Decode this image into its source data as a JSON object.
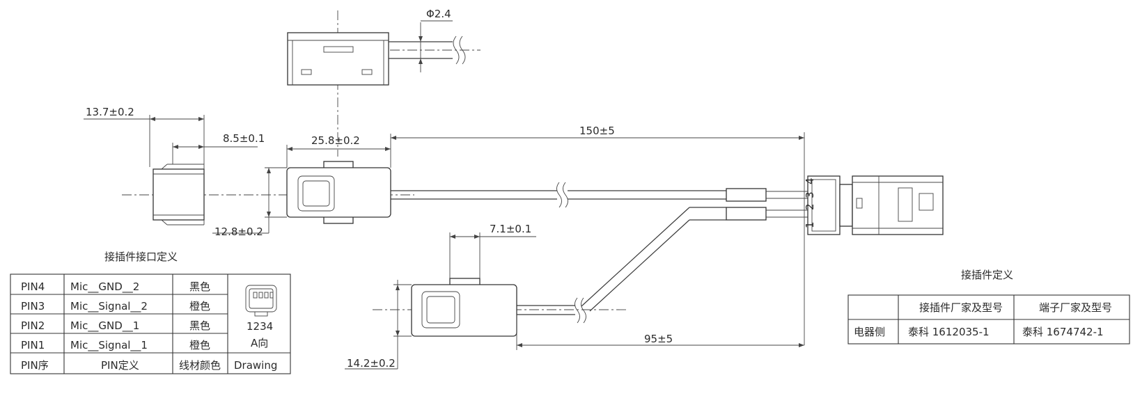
{
  "dimensions": {
    "diameter": "Φ2.4",
    "width_13_7": "13.7±0.2",
    "width_8_5": "8.5±0.1",
    "width_25_8": "25.8±0.2",
    "length_150": "150±5",
    "height_12_8": "12.8±0.2",
    "width_7_1": "7.1±0.1",
    "length_95": "95±5",
    "height_14_2": "14.2±0.2"
  },
  "connector_pins": [
    "1",
    "2",
    "3",
    "4"
  ],
  "pin_table": {
    "title": "接插件接口定义",
    "rows": [
      {
        "pin": "PIN4",
        "definition": "Mic__GND__2",
        "color": "黑色"
      },
      {
        "pin": "PIN3",
        "definition": "Mic__Signal__2",
        "color": "橙色"
      },
      {
        "pin": "PIN2",
        "definition": "Mic__GND__1",
        "color": "黑色"
      },
      {
        "pin": "PIN1",
        "definition": "Mic__Signal__1",
        "color": "橙色"
      }
    ],
    "header": {
      "pin": "PIN序",
      "definition": "PIN定义",
      "color": "线材颜色",
      "drawing": "Drawing"
    },
    "drawing_pins": "1234",
    "drawing_view": "A向"
  },
  "connector_table": {
    "title": "接插件定义",
    "col_connector": "接插件厂家及型号",
    "col_terminal": "端子厂家及型号",
    "row_label": "电器侧",
    "connector_model": "泰科  1612035-1",
    "terminal_model": "泰科  1674742-1"
  }
}
